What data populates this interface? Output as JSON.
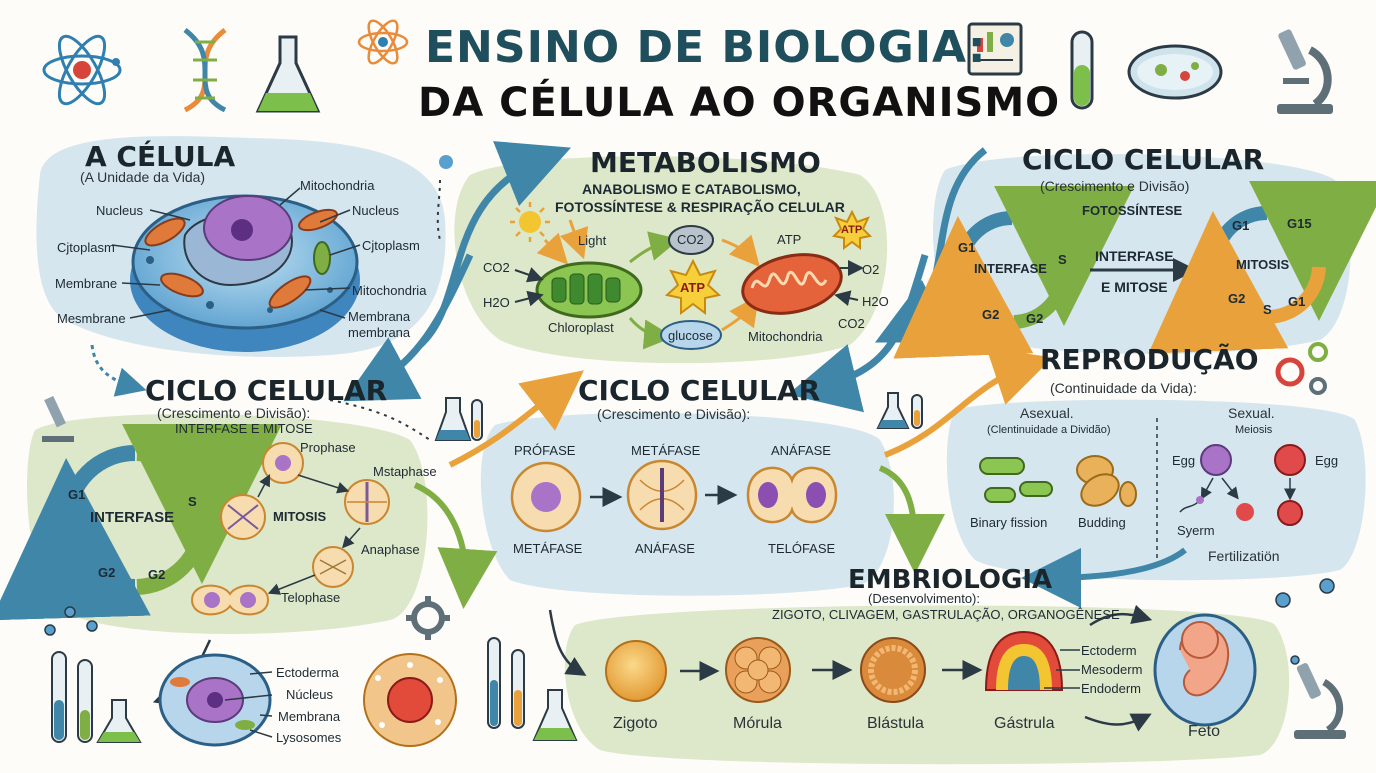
{
  "header": {
    "title_line1": "ENSINO DE BIOLOGIA:",
    "title_line2": "DA CÉLULA AO ORGANISMO"
  },
  "colors": {
    "title_teal": "#1f4e5c",
    "panel_blue": "#d6e6ef",
    "panel_green": "#dde7c9",
    "arrow_blue": "#3f86a8",
    "arrow_orange": "#e9a23b",
    "arrow_green": "#7fae44"
  },
  "cell": {
    "title": "A CÉLULA",
    "subtitle": "(A Unidade da Vida)",
    "labels": [
      "Nucleus",
      "Cjtoplasm",
      "Membrane",
      "Mesmbrane",
      "Mitochondria",
      "Nucleus",
      "Cjtoplasm",
      "Mitochondria",
      "Membrana",
      "membrana"
    ]
  },
  "metabolism": {
    "title": "METABOLISMO",
    "subtitle1": "ANABOLISMO E CATABOLISMO,",
    "subtitle2": "FOTOSSÍNTESE & RESPIRAÇÃO CELULAR",
    "light": "Light",
    "co2_left": "CO2",
    "h2o_left": "H2O",
    "chloroplast": "Chloroplast",
    "co2_center": "CO2",
    "atp_center": "ATP",
    "glucose": "glucose",
    "atp_label": "ATP",
    "atp_right": "ATP",
    "o2": "O2",
    "h2o_right": "H2O",
    "co2_right": "CO2",
    "mitochondria": "Mitochondria"
  },
  "cycle_top": {
    "title": "CICLO CELULAR",
    "subtitle": "(Crescimento e Divisão)",
    "label": "FOTOSSÍNTESE",
    "interfase": "INTERFASE",
    "g1": "G1",
    "s": "S",
    "g2a": "G2",
    "g2b": "G2",
    "arrow_label1": "INTERFASE",
    "arrow_label2": "E MITOSE",
    "mitosis": "MITOSIS",
    "m_g1": "G1",
    "m_g15": "G15",
    "m_g2": "G2",
    "m_s": "S",
    "m_g1b": "G1"
  },
  "cycle_left": {
    "title": "CICLO CELULAR",
    "subtitle1": "(Crescimento e Divisão):",
    "subtitle2": "INTERFASE E MITOSE",
    "interfase": "INTERFASE",
    "g1": "G1",
    "s": "S",
    "g2a": "G2",
    "g2b": "G2",
    "mitosis": "MITOSIS",
    "prophase": "Prophase",
    "metaphase": "Mstaphase",
    "anaphase": "Anaphase",
    "telophase": "Telophase"
  },
  "cycle_center": {
    "title": "CICLO CELULAR",
    "subtitle": "(Crescimento e Divisão):",
    "top_labels": [
      "PRÓFASE",
      "METÁFASE",
      "ANÁFASE"
    ],
    "bottom_labels": [
      "METÁFASE",
      "ANÁFASE",
      "TELÓFASE"
    ]
  },
  "reproduction": {
    "title": "REPRODUÇÃO",
    "subtitle": "(Continuidade da Vida):",
    "asexual": "Asexual.",
    "asexual_sub": "(Clentinuidade a Dividão)",
    "binary": "Binary fission",
    "budding": "Budding",
    "sexual": "Sexual.",
    "meiosis": "Meiosis",
    "egg1": "Egg",
    "egg2": "Egg",
    "sperm": "Syerm",
    "fertilization": "Fertilizatiön"
  },
  "embryology": {
    "title": "EMBRIOLOGIA",
    "subtitle1": "(Desenvolvimento):",
    "subtitle2": "ZIGOTO, CLIVAGEM, GASTRULAÇÃO, ORGANOGÊNESE",
    "stages": [
      "Zigoto",
      "Mórula",
      "Blástula",
      "Gástrula",
      "Feto"
    ],
    "layers": [
      "Ectoderm",
      "Mesoderm",
      "Endoderm"
    ]
  },
  "tissue": {
    "labels": [
      "Ectoderma",
      "Núcleus",
      "Membrana",
      "Lysosomes"
    ]
  }
}
